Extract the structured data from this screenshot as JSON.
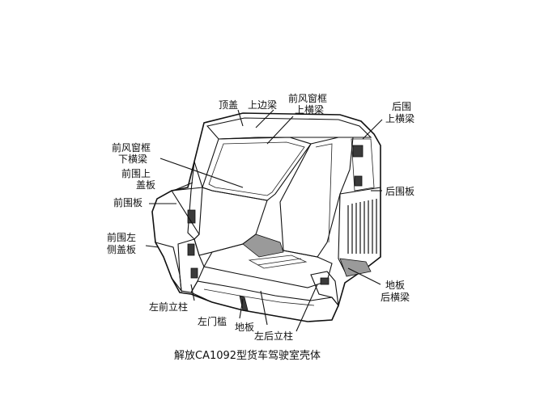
{
  "labels": {
    "roof": "顶盖",
    "upper_side_beam": "上边梁",
    "windshield_upper_1": "前风窗框",
    "windshield_upper_2": "上横梁",
    "rear_upper_1": "后围",
    "rear_upper_2": "上横梁",
    "windshield_lower_1": "前风窗框",
    "windshield_lower_2": "下横梁",
    "front_upper_cover_1": "前围上",
    "front_upper_cover_2": "盖板",
    "front_panel": "前围板",
    "rear_panel": "后围板",
    "front_left_cover_1": "前围左",
    "front_left_cover_2": "侧盖板",
    "floor_rear_1": "地板",
    "floor_rear_2": "后横梁",
    "left_front_pillar": "左前立柱",
    "left_sill": "左门槛",
    "floor": "地板",
    "left_rear_pillar": "左后立柱"
  },
  "caption": "解放CA1092型货车驾驶室壳体"
}
